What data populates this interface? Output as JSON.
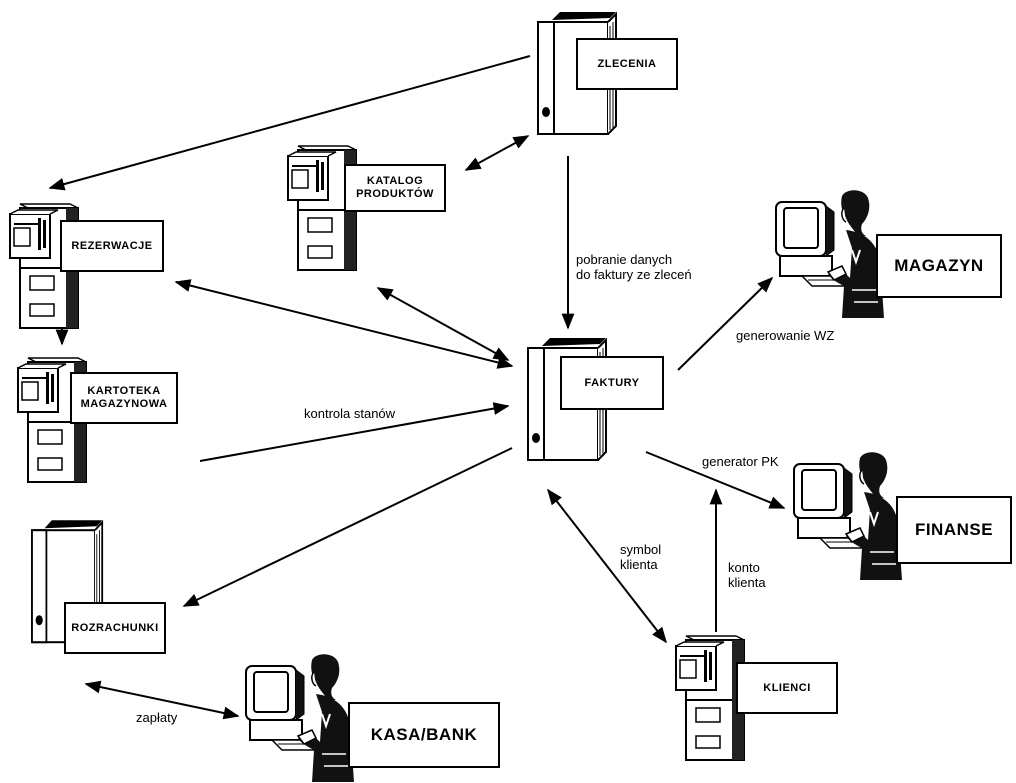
{
  "nodes": {
    "zlecenia": "ZLECENIA",
    "katalog_produktow": "KATALOG PRODUKTÓW",
    "rezerwacje": "REZERWACJE",
    "kartoteka_magazynowa": "KARTOTEKA MAGAZYNOWA",
    "faktury": "FAKTURY",
    "rozrachunki": "ROZRACHUNKI",
    "klienci": "KLIENCI",
    "magazyn": "MAGAZYN",
    "finanse": "FINANSE",
    "kasa_bank": "KASA/BANK"
  },
  "edges": {
    "pobranie": "pobranie danych\ndo faktury ze zleceń",
    "kontrola": "kontrola stanów",
    "generowanie_wz": "generowanie WZ",
    "generator_pk": "generator PK",
    "symbol_klienta": "symbol\nklienta",
    "konto_klienta": "konto\nklienta",
    "zaplaty": "zapłaty"
  },
  "icons": {
    "binder": "binder-icon",
    "cabinet": "filing-cabinet-icon",
    "workstation": "person-at-computer-icon"
  },
  "colors": {
    "ink": "#000000",
    "paper": "#ffffff"
  }
}
